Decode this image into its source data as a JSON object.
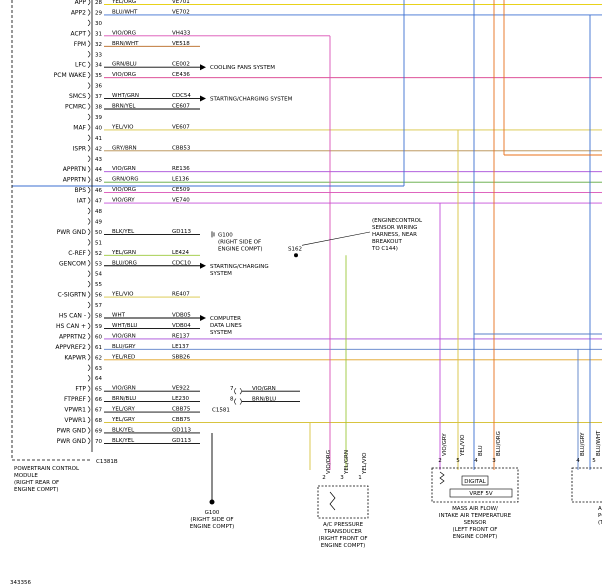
{
  "pins": [
    {
      "sig": "APP",
      "pin": "28",
      "color": "YEL/ORG",
      "circuit": "VE701",
      "wire": "#e8d21a"
    },
    {
      "sig": "APP2",
      "pin": "29",
      "color": "BLU/WHT",
      "circuit": "VE702",
      "wire": "#3b6fd1"
    },
    {
      "sig": "",
      "pin": "30",
      "color": "",
      "circuit": "",
      "wire": ""
    },
    {
      "sig": "ACPT",
      "pin": "31",
      "color": "VIO/ORG",
      "circuit": "VH433",
      "wire": "#d94fb5"
    },
    {
      "sig": "FPM",
      "pin": "32",
      "color": "BRN/WHT",
      "circuit": "VE518",
      "wire": "#b5651d"
    },
    {
      "sig": "",
      "pin": "33",
      "color": "",
      "circuit": "",
      "wire": ""
    },
    {
      "sig": "LFC",
      "pin": "34",
      "color": "GRN/BLU",
      "circuit": "CE002",
      "wire": "#000000"
    },
    {
      "sig": "PCM WAKE",
      "pin": "35",
      "color": "VIO/ORG",
      "circuit": "CE436",
      "wire": "#d9398a"
    },
    {
      "sig": "",
      "pin": "36",
      "color": "",
      "circuit": "",
      "wire": ""
    },
    {
      "sig": "SMCS",
      "pin": "37",
      "color": "WHT/GRN",
      "circuit": "CDC54",
      "wire": "#000000"
    },
    {
      "sig": "PCMRC",
      "pin": "38",
      "color": "BRN/YEL",
      "circuit": "CE607",
      "wire": "#000000"
    },
    {
      "sig": "",
      "pin": "39",
      "color": "",
      "circuit": "",
      "wire": ""
    },
    {
      "sig": "MAF",
      "pin": "40",
      "color": "YEL/VIO",
      "circuit": "VE607",
      "wire": "#d8c440"
    },
    {
      "sig": "",
      "pin": "41",
      "color": "",
      "circuit": "",
      "wire": ""
    },
    {
      "sig": "ISPR",
      "pin": "42",
      "color": "GRY/BRN",
      "circuit": "CBB53",
      "wire": "#b58a4a"
    },
    {
      "sig": "",
      "pin": "43",
      "color": "",
      "circuit": "",
      "wire": ""
    },
    {
      "sig": "APPRTN",
      "pin": "44",
      "color": "VIO/GRN",
      "circuit": "RE136",
      "wire": "#a64ad9"
    },
    {
      "sig": "APPRTN",
      "pin": "45",
      "color": "GRN/ORG",
      "circuit": "LE136",
      "wire": "#5aa83c"
    },
    {
      "sig": "BPS",
      "pin": "46",
      "color": "VIO/ORG",
      "circuit": "CE509",
      "wire": "#d94fb5"
    },
    {
      "sig": "IAT",
      "pin": "47",
      "color": "VIO/GRY",
      "circuit": "VE740",
      "wire": "#c44fd9"
    },
    {
      "sig": "",
      "pin": "48",
      "color": "",
      "circuit": "",
      "wire": ""
    },
    {
      "sig": "",
      "pin": "49",
      "color": "",
      "circuit": "",
      "wire": ""
    },
    {
      "sig": "PWR GND",
      "pin": "50",
      "color": "BLK/YEL",
      "circuit": "GD113",
      "wire": "#000000"
    },
    {
      "sig": "",
      "pin": "51",
      "color": "",
      "circuit": "",
      "wire": ""
    },
    {
      "sig": "C-REF",
      "pin": "52",
      "color": "YEL/GRN",
      "circuit": "LE424",
      "wire": "#9cc83a"
    },
    {
      "sig": "GENCOM",
      "pin": "53",
      "color": "BLU/ORG",
      "circuit": "CDC10",
      "wire": "#000000"
    },
    {
      "sig": "",
      "pin": "54",
      "color": "",
      "circuit": "",
      "wire": ""
    },
    {
      "sig": "",
      "pin": "55",
      "color": "",
      "circuit": "",
      "wire": ""
    },
    {
      "sig": "C-SIGRTN",
      "pin": "56",
      "color": "YEL/VIO",
      "circuit": "RE407",
      "wire": "#d8c440"
    },
    {
      "sig": "",
      "pin": "57",
      "color": "",
      "circuit": "",
      "wire": ""
    },
    {
      "sig": "HS CAN -",
      "pin": "58",
      "color": "WHT",
      "circuit": "VDB05",
      "wire": "#000000"
    },
    {
      "sig": "HS CAN +",
      "pin": "59",
      "color": "WHT/BLU",
      "circuit": "VDB04",
      "wire": "#000000"
    },
    {
      "sig": "APPRTN2",
      "pin": "60",
      "color": "VIO/GRN",
      "circuit": "RE137",
      "wire": "#a64ad9"
    },
    {
      "sig": "APPVREF2",
      "pin": "61",
      "color": "BLU/GRY",
      "circuit": "LE137",
      "wire": "#5a7fc8"
    },
    {
      "sig": "KAPWR",
      "pin": "62",
      "color": "YEL/RED",
      "circuit": "SBB26",
      "wire": "#e0a020"
    },
    {
      "sig": "",
      "pin": "63",
      "color": "",
      "circuit": "",
      "wire": ""
    },
    {
      "sig": "",
      "pin": "64",
      "color": "",
      "circuit": "",
      "wire": ""
    },
    {
      "sig": "FTP",
      "pin": "65",
      "color": "VIO/GRN",
      "circuit": "VE922",
      "wire": "#000000"
    },
    {
      "sig": "FTPREF",
      "pin": "66",
      "color": "BRN/BLU",
      "circuit": "LE230",
      "wire": "#000000"
    },
    {
      "sig": "VPWR1",
      "pin": "67",
      "color": "YEL/GRY",
      "circuit": "CBB75",
      "wire": "#000000"
    },
    {
      "sig": "VPWR1",
      "pin": "68",
      "color": "YEL/GRY",
      "circuit": "CBB75",
      "wire": "#d8c440"
    },
    {
      "sig": "PWR GND",
      "pin": "69",
      "color": "BLK/YEL",
      "circuit": "GD113",
      "wire": "#000000"
    },
    {
      "sig": "PWR GND",
      "pin": "70",
      "color": "BLK/YEL",
      "circuit": "GD113",
      "wire": "#000000"
    }
  ],
  "arrows": [
    {
      "pin": "34",
      "text": "COOLING FANS SYSTEM"
    },
    {
      "pin": "37",
      "text": "STARTING/CHARGING SYSTEM"
    },
    {
      "pin": "53",
      "text": "STARTING/CHARGING",
      "text2": "SYSTEM"
    },
    {
      "pin": "58",
      "text": "COMPUTER",
      "text2": "DATA LINES",
      "text3": "SYSTEM"
    }
  ],
  "connector_label": "C1381B",
  "pcm_label": [
    "POWERTRAIN CONTROL",
    "MODULE",
    "(RIGHT REAR OF",
    "ENGINE COMPT)"
  ],
  "g100_top": [
    "G100",
    "(RIGHT SIDE OF",
    "ENGINE COMPT)"
  ],
  "splice_label": "S162",
  "splice_note": [
    "(ENGINECONTROL",
    "SENSOR WIRING",
    "HARNESS, NEAR",
    "BREAKOUT",
    "TO C144)"
  ],
  "c1581": {
    "label": "C1581",
    "pins": [
      "7",
      "8"
    ],
    "colors": [
      "VIO/GRN",
      "BRN/BLU"
    ]
  },
  "g100_bottom": [
    "G100",
    "(RIGHT SIDE OF",
    "ENGINE COMPT)"
  ],
  "ac_sensor": {
    "pins": [
      "2",
      "3",
      "1"
    ],
    "colors": [
      "VIO/ORG",
      "YEL/GRN",
      "YEL/VIO"
    ],
    "label": [
      "A/C PRESSURE",
      "TRANSDUCER",
      "(RIGHT FRONT OF",
      "ENGINE COMPT)"
    ]
  },
  "maf_sensor": {
    "pins": [
      "2",
      "5",
      "4",
      "3"
    ],
    "colors": [
      "VIO/GRY",
      "YEL/VIO",
      "BLU",
      "BLU/ORG"
    ],
    "digital": "DIGITAL",
    "vref": "VREF 5V",
    "label": [
      "MASS AIR FLOW/",
      "INTAKE AIR TEMPERATURE",
      "SENSOR",
      "(LEFT FRONT OF",
      "ENGINE COMPT)"
    ]
  },
  "right_sensor": {
    "pins": [
      "4",
      "5"
    ],
    "colors": [
      "BLU/GRY",
      "BLU/WHT"
    ],
    "label": [
      "A",
      "PO",
      "(TOP O"
    ]
  },
  "diagram_id": "343356",
  "colors": {
    "line": "#000000",
    "background": "#ffffff"
  }
}
